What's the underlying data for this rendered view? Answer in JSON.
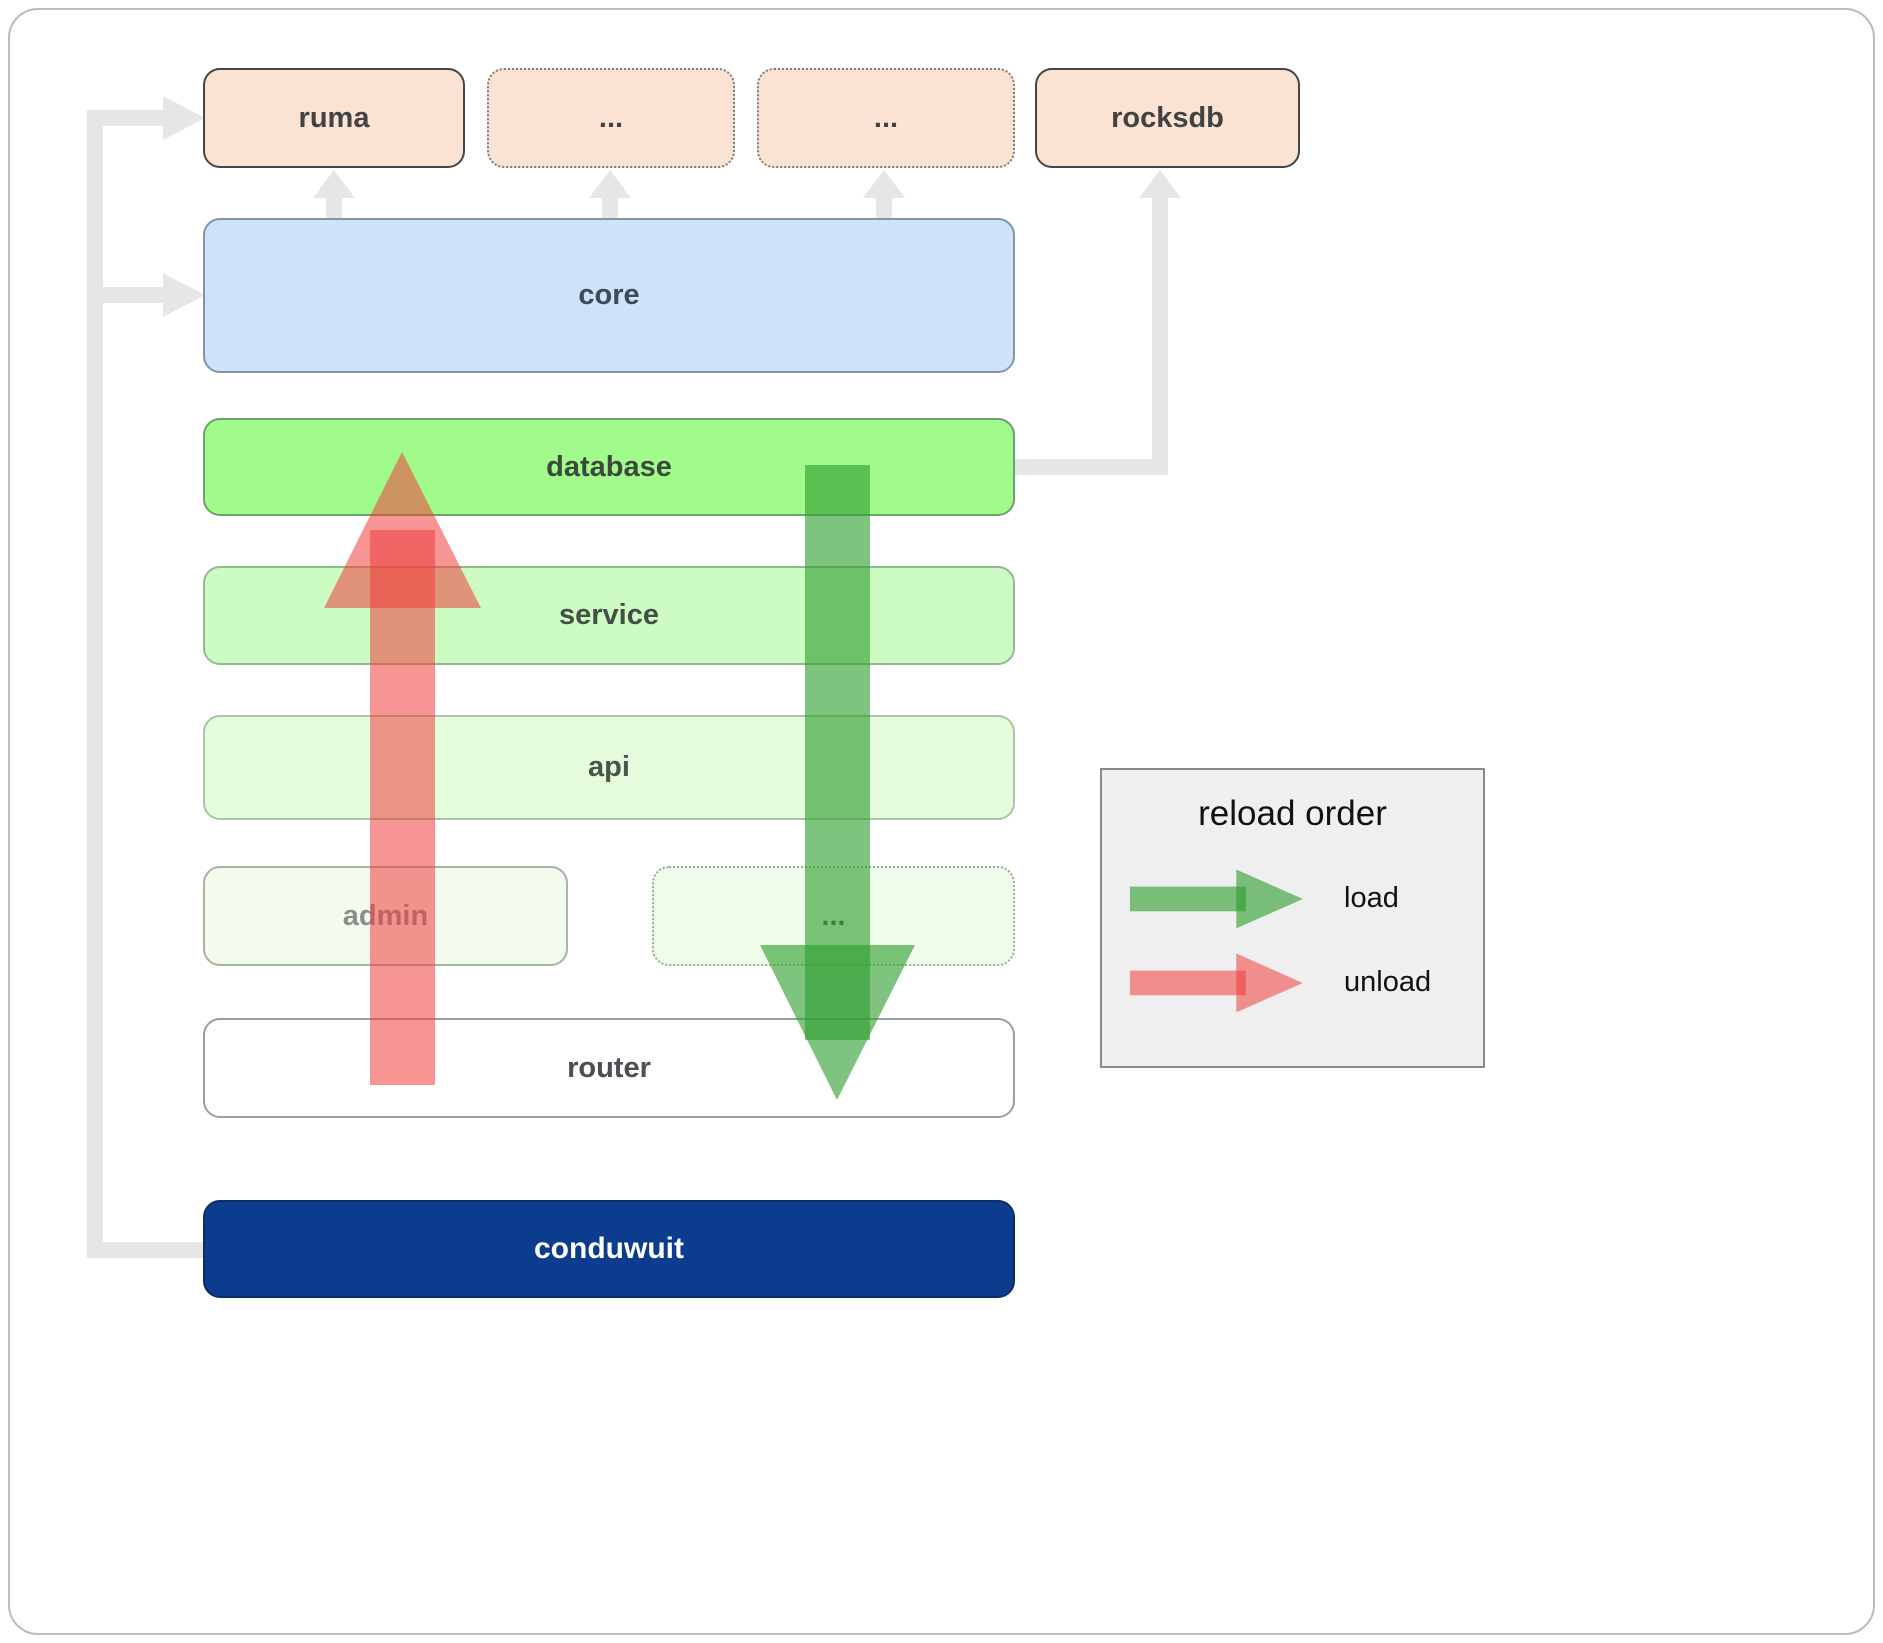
{
  "boxes": {
    "ruma": "ruma",
    "dots1": "...",
    "dots2": "...",
    "rocksdb": "rocksdb",
    "core": "core",
    "database": "database",
    "service": "service",
    "api": "api",
    "admin": "admin",
    "dots3": "...",
    "router": "router",
    "conduwuit": "conduwuit"
  },
  "legend": {
    "title": "reload order",
    "load": "load",
    "unload": "unload"
  },
  "colors": {
    "module_peach": "#fbe3d3",
    "core_blue": "#cfe3f8",
    "database_green": "#a0fb8b",
    "service_green": "#cdfcc2",
    "api_green": "#e4fcdc",
    "admin_green": "#f2fbee",
    "conduwuit_navy": "#0c3c8d",
    "load_arrow_green": "#2f9e2f",
    "unload_arrow_red": "#f03c3c",
    "connector_gray": "#e6e6e6"
  }
}
